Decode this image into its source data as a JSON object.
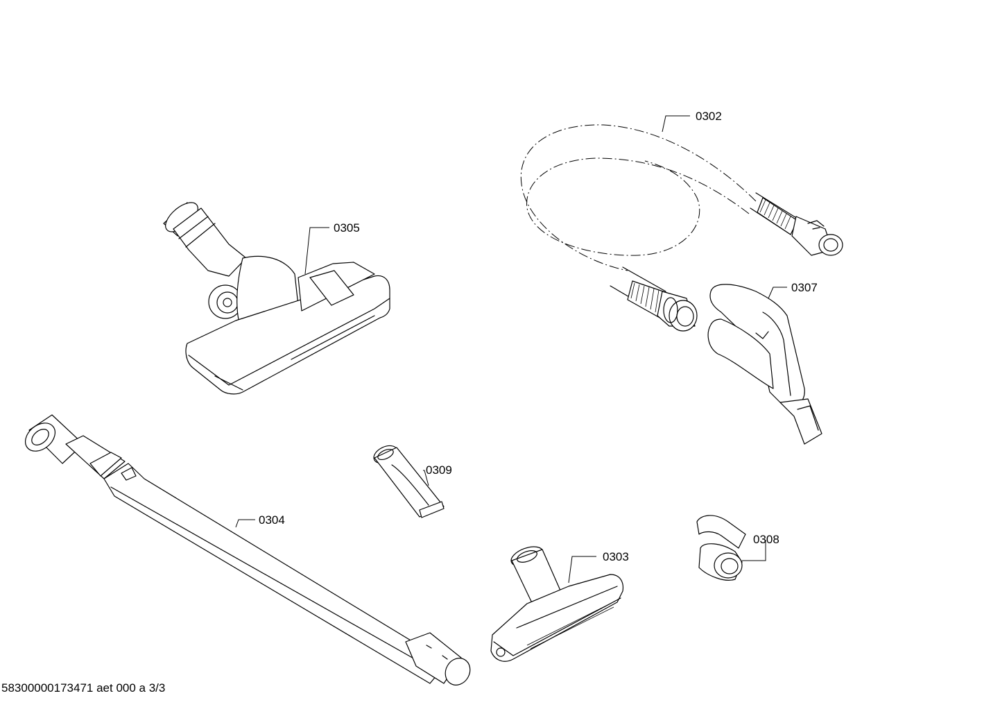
{
  "parts": [
    {
      "id": "p0302",
      "label": "0302"
    },
    {
      "id": "p0305",
      "label": "0305"
    },
    {
      "id": "p0307",
      "label": "0307"
    },
    {
      "id": "p0309",
      "label": "0309"
    },
    {
      "id": "p0304",
      "label": "0304"
    },
    {
      "id": "p0303",
      "label": "0303"
    },
    {
      "id": "p0308",
      "label": "0308"
    }
  ],
  "footer": {
    "document_code": "58300000173471 aet 000 a 3/3"
  }
}
